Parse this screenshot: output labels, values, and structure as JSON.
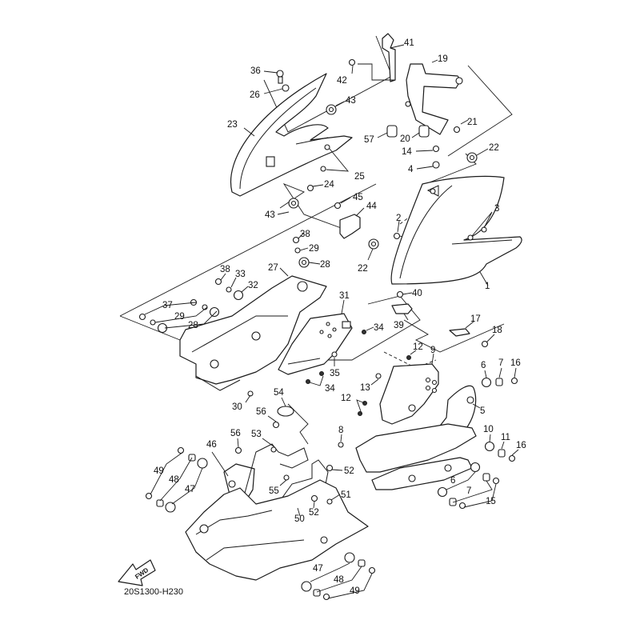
{
  "diagram": {
    "title": "Exploded parts diagram — side cowling / cowl stay assembly",
    "reference_code": "20S1300-H230",
    "direction_indicator": "FWD",
    "colors": {
      "line": "#1a1a1a",
      "background": "#ffffff"
    },
    "callouts": [
      {
        "id": "c1",
        "label": "1"
      },
      {
        "id": "c2",
        "label": "2"
      },
      {
        "id": "c3",
        "label": "3"
      },
      {
        "id": "c4",
        "label": "4"
      },
      {
        "id": "c5",
        "label": "5"
      },
      {
        "id": "c6a",
        "label": "6"
      },
      {
        "id": "c6b",
        "label": "6"
      },
      {
        "id": "c7a",
        "label": "7"
      },
      {
        "id": "c7b",
        "label": "7"
      },
      {
        "id": "c8",
        "label": "8"
      },
      {
        "id": "c9",
        "label": "9"
      },
      {
        "id": "c10",
        "label": "10"
      },
      {
        "id": "c11",
        "label": "11"
      },
      {
        "id": "c12a",
        "label": "12"
      },
      {
        "id": "c12b",
        "label": "12"
      },
      {
        "id": "c13",
        "label": "13"
      },
      {
        "id": "c14",
        "label": "14"
      },
      {
        "id": "c15",
        "label": "15"
      },
      {
        "id": "c16a",
        "label": "16"
      },
      {
        "id": "c16b",
        "label": "16"
      },
      {
        "id": "c17",
        "label": "17"
      },
      {
        "id": "c18",
        "label": "18"
      },
      {
        "id": "c19",
        "label": "19"
      },
      {
        "id": "c20",
        "label": "20"
      },
      {
        "id": "c21",
        "label": "21"
      },
      {
        "id": "c22a",
        "label": "22"
      },
      {
        "id": "c22b",
        "label": "22"
      },
      {
        "id": "c23",
        "label": "23"
      },
      {
        "id": "c24",
        "label": "24"
      },
      {
        "id": "c25",
        "label": "25"
      },
      {
        "id": "c26",
        "label": "26"
      },
      {
        "id": "c27",
        "label": "27"
      },
      {
        "id": "c28a",
        "label": "28"
      },
      {
        "id": "c28b",
        "label": "28"
      },
      {
        "id": "c29a",
        "label": "29"
      },
      {
        "id": "c29b",
        "label": "29"
      },
      {
        "id": "c30",
        "label": "30"
      },
      {
        "id": "c31",
        "label": "31"
      },
      {
        "id": "c32",
        "label": "32"
      },
      {
        "id": "c33",
        "label": "33"
      },
      {
        "id": "c34a",
        "label": "34"
      },
      {
        "id": "c34b",
        "label": "34"
      },
      {
        "id": "c35",
        "label": "35"
      },
      {
        "id": "c36",
        "label": "36"
      },
      {
        "id": "c37",
        "label": "37"
      },
      {
        "id": "c38a",
        "label": "38"
      },
      {
        "id": "c38b",
        "label": "38"
      },
      {
        "id": "c39",
        "label": "39"
      },
      {
        "id": "c40",
        "label": "40"
      },
      {
        "id": "c41",
        "label": "41"
      },
      {
        "id": "c42",
        "label": "42"
      },
      {
        "id": "c43a",
        "label": "43"
      },
      {
        "id": "c43b",
        "label": "43"
      },
      {
        "id": "c44",
        "label": "44"
      },
      {
        "id": "c45",
        "label": "45"
      },
      {
        "id": "c46",
        "label": "46"
      },
      {
        "id": "c47a",
        "label": "47"
      },
      {
        "id": "c47b",
        "label": "47"
      },
      {
        "id": "c48a",
        "label": "48"
      },
      {
        "id": "c48b",
        "label": "48"
      },
      {
        "id": "c49a",
        "label": "49"
      },
      {
        "id": "c49b",
        "label": "49"
      },
      {
        "id": "c50",
        "label": "50"
      },
      {
        "id": "c51",
        "label": "51"
      },
      {
        "id": "c52a",
        "label": "52"
      },
      {
        "id": "c52b",
        "label": "52"
      },
      {
        "id": "c53",
        "label": "53"
      },
      {
        "id": "c54",
        "label": "54"
      },
      {
        "id": "c55",
        "label": "55"
      },
      {
        "id": "c56a",
        "label": "56"
      },
      {
        "id": "c56b",
        "label": "56"
      },
      {
        "id": "c57",
        "label": "57"
      }
    ]
  }
}
